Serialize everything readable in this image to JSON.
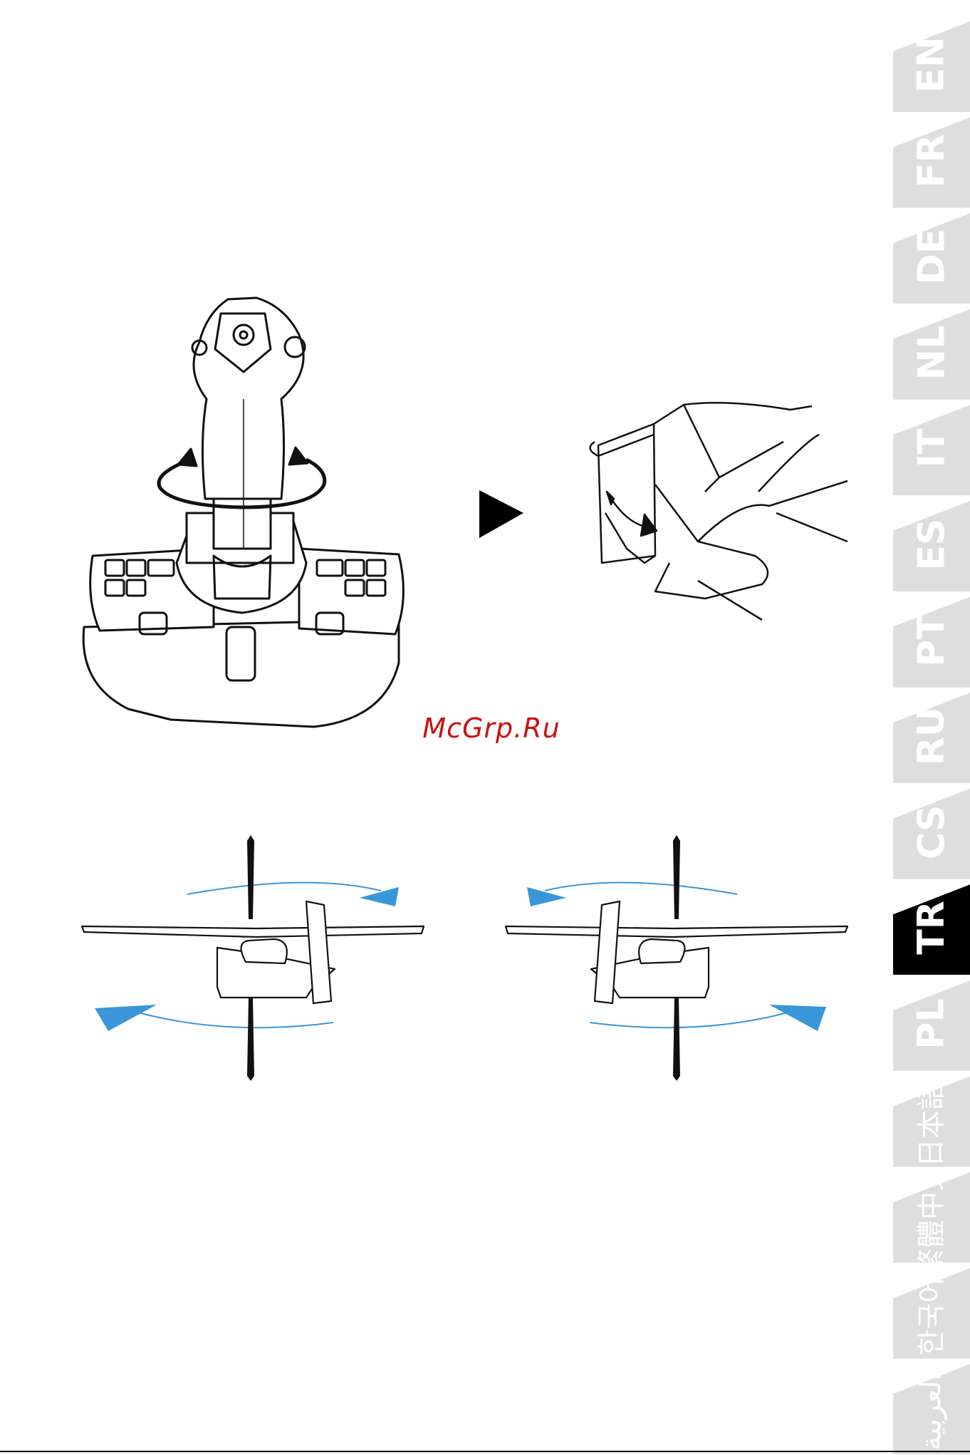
{
  "watermark": "McGrp.Ru",
  "language_tabs": [
    {
      "label": "EN",
      "active": false
    },
    {
      "label": "FR",
      "active": false
    },
    {
      "label": "DE",
      "active": false
    },
    {
      "label": "NL",
      "active": false
    },
    {
      "label": "IT",
      "active": false
    },
    {
      "label": "ES",
      "active": false
    },
    {
      "label": "PT",
      "active": false
    },
    {
      "label": "RU",
      "active": false
    },
    {
      "label": "CS",
      "active": false
    },
    {
      "label": "TR",
      "active": true
    },
    {
      "label": "PL",
      "active": false
    },
    {
      "label": "日本語",
      "active": false
    },
    {
      "label": "繁體中文",
      "active": false
    },
    {
      "label": "한국어",
      "active": false
    },
    {
      "label": "العربية",
      "active": false
    }
  ],
  "colors": {
    "tab_inactive": "#dedede",
    "tab_active": "#000000",
    "rotation_arrow": "#3a96d8",
    "watermark": "#cc1111"
  }
}
